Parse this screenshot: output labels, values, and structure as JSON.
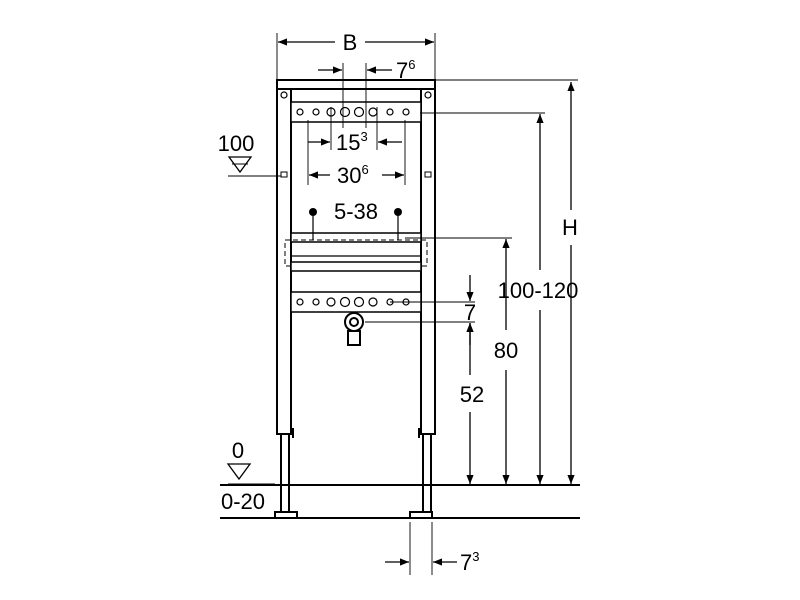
{
  "labels": {
    "width": "B",
    "height": "H",
    "level_100": "100",
    "level_0": "0",
    "floor_range": "0-20",
    "dim_7": "7",
    "dim_7_sup": "6",
    "dim_15": "15",
    "dim_15_sup": "3",
    "dim_30": "30",
    "dim_30_sup": "6",
    "dim_5_38": "5-38",
    "dim_100_120": "100-120",
    "dim_7_small": "7",
    "dim_80": "80",
    "dim_52": "52",
    "dim_7_bottom": "7",
    "dim_7_bottom_sup": "3"
  }
}
